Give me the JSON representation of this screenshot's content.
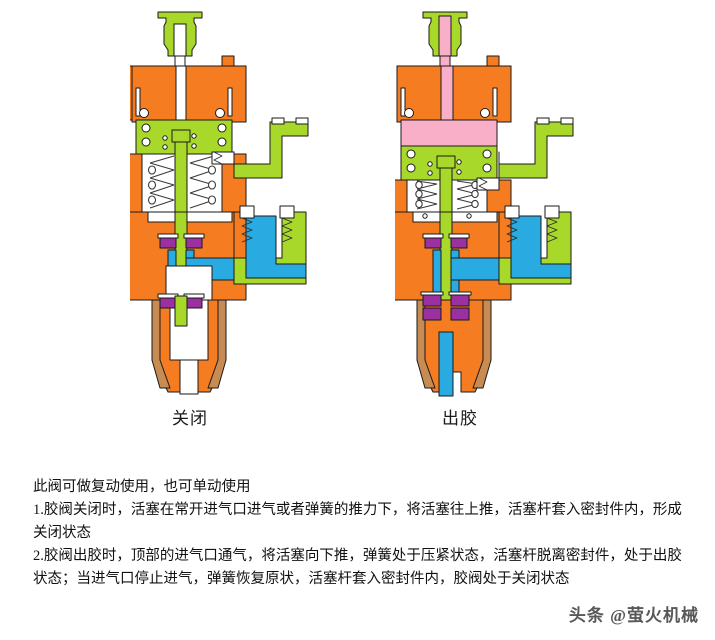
{
  "figure": {
    "captions": [
      {
        "id": "closed",
        "label": "关闭"
      },
      {
        "id": "dispensing",
        "label": "出胶"
      }
    ]
  },
  "colors": {
    "body_orange": "#F57C20",
    "component_green": "#A8D82A",
    "glue_blue": "#29ABE2",
    "air_pink": "#F9AFC8",
    "seal_purple": "#9B30A0",
    "outline": "#1a1a1a",
    "cavity_white": "#FFFFFF",
    "nozzle_tan": "#C88B52",
    "text": "#111111",
    "watermark": "#4a4a4a"
  },
  "legend_semantics": {
    "orange": "阀体",
    "green": "活塞/活塞杆/接头",
    "blue": "胶液",
    "pink": "压缩空气",
    "purple": "密封件"
  },
  "description": {
    "intro": "此阀可做复动使用，也可单动使用",
    "items": [
      "1.胶阀关闭时，活塞在常开进气口进气或者弹簧的推力下，将活塞往上推，活塞杆套入密封件内，形成关闭状态",
      "2.胶阀出胶时，顶部的进气口通气，将活塞向下推，弹簧处于压紧状态，活塞杆脱离密封件，处于出胶状态；当进气口停止进气，弹簧恢复原状，活塞杆套入密封件内，胶阀处于关闭状态"
    ]
  },
  "watermark": {
    "text": "头条 @萤火机械"
  },
  "valves": {
    "left": {
      "name": "关闭状态胶阀剖视图",
      "state": "closed",
      "top_cap_fill": "none",
      "upper_chamber_fill": "none",
      "piston_position": "up",
      "spring_state": "extended",
      "nozzle_fill": "none",
      "stem_engaged_seal": true
    },
    "right": {
      "name": "出胶状态胶阀剖视图",
      "state": "dispensing",
      "top_cap_fill": "air",
      "upper_chamber_fill": "air",
      "piston_position": "down",
      "spring_state": "compressed",
      "nozzle_fill": "glue",
      "stem_engaged_seal": false
    }
  }
}
